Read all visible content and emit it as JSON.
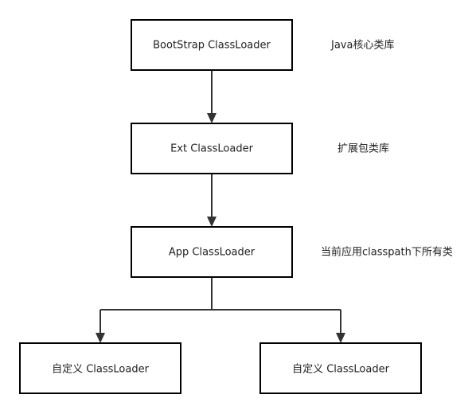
{
  "nodes": {
    "bootstrap": {
      "label": "BootStrap ClassLoader"
    },
    "ext": {
      "label": "Ext ClassLoader"
    },
    "app": {
      "label": "App ClassLoader"
    },
    "custom_left": {
      "label": "自定义 ClassLoader"
    },
    "custom_right": {
      "label": "自定义 ClassLoader"
    }
  },
  "notes": {
    "bootstrap": "Java核心类库",
    "ext": "扩展包类库",
    "app": "当前应用classpath下所有类"
  }
}
